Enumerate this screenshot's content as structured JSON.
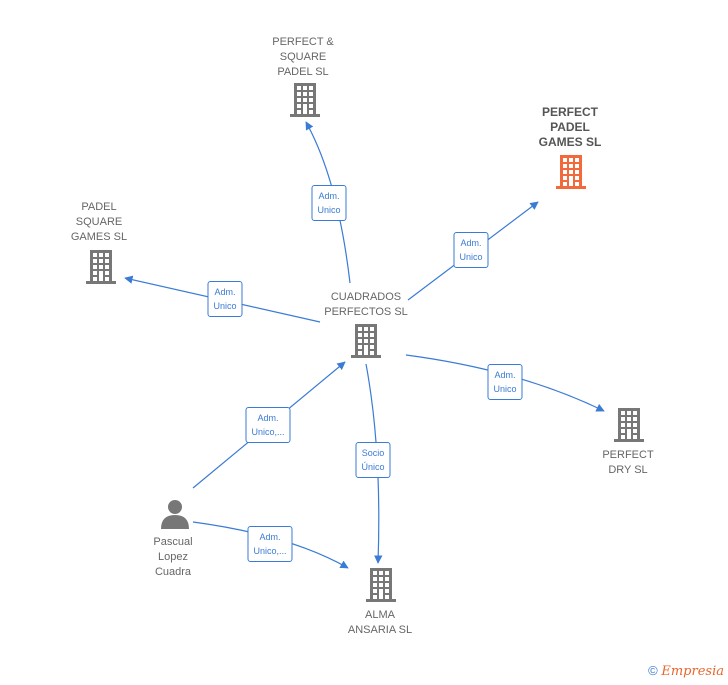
{
  "nodes": [
    {
      "id": "cuadrados",
      "type": "company",
      "label": "CUADRADOS\nPERFECTOS SL",
      "color": "#777777"
    },
    {
      "id": "perfect_square",
      "type": "company",
      "label": "PERFECT &\nSQUARE\nPADEL SL",
      "color": "#777777"
    },
    {
      "id": "perfect_padel_games",
      "type": "company",
      "label": "PERFECT\nPADEL\nGAMES SL",
      "color": "#f26a3b",
      "highlight": true
    },
    {
      "id": "padel_square",
      "type": "company",
      "label": "PADEL\nSQUARE\nGAMES SL",
      "color": "#777777"
    },
    {
      "id": "perfect_dry",
      "type": "company",
      "label": "PERFECT\nDRY SL",
      "color": "#777777"
    },
    {
      "id": "alma",
      "type": "company",
      "label": "ALMA\nANSARIA SL",
      "color": "#777777"
    },
    {
      "id": "pascual",
      "type": "person",
      "label": "Pascual\nLopez\nCuadra",
      "color": "#777777"
    }
  ],
  "edges": [
    {
      "from": "cuadrados",
      "to": "perfect_square",
      "label": "Adm.\nUnico"
    },
    {
      "from": "cuadrados",
      "to": "perfect_padel_games",
      "label": "Adm.\nUnico"
    },
    {
      "from": "cuadrados",
      "to": "padel_square",
      "label": "Adm.\nUnico"
    },
    {
      "from": "cuadrados",
      "to": "perfect_dry",
      "label": "Adm.\nUnico"
    },
    {
      "from": "cuadrados",
      "to": "alma",
      "label": "Socio\nÚnico"
    },
    {
      "from": "pascual",
      "to": "cuadrados",
      "label": "Adm.\nUnico,..."
    },
    {
      "from": "pascual",
      "to": "alma",
      "label": "Adm.\nUnico,..."
    }
  ],
  "colors": {
    "edge": "#3a7bd5",
    "icon": "#777777",
    "highlight": "#f26a3b"
  },
  "footer": {
    "copyright": "©",
    "brand": "Empresia"
  }
}
